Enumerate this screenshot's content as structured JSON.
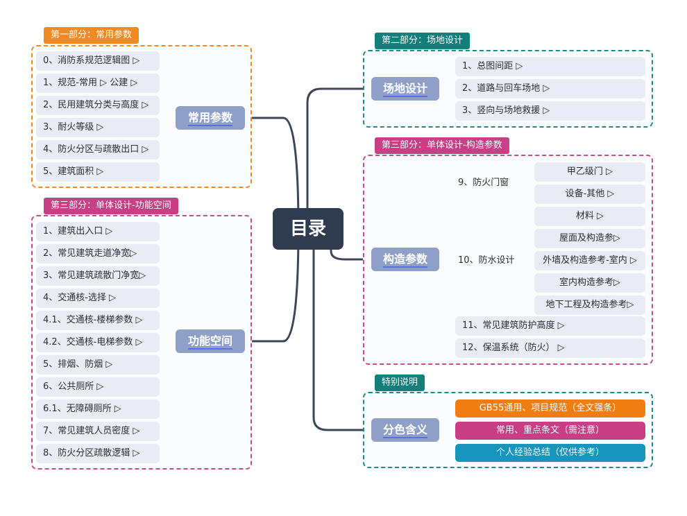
{
  "root": "目录",
  "part1": {
    "tag": "第一部分：常用参数",
    "hub": "常用参数",
    "items": [
      "0、消防系规范逻辑图 ▷",
      "1、规范-常用 ▷ 公建 ▷",
      "2、民用建筑分类与高度 ▷",
      "3、耐火等级 ▷",
      "4、防火分区与疏散出口 ▷",
      "5、建筑面积 ▷"
    ]
  },
  "part3a": {
    "tag": "第三部分：单体设计-功能空间",
    "hub": "功能空间",
    "items": [
      "1、建筑出入口 ▷",
      "2、常见建筑走道净宽▷",
      "3、常见建筑疏散门净宽▷",
      "4、交通核-选择 ▷",
      "4.1、交通核-楼梯参数 ▷",
      "4.2、交通核-电梯参数 ▷",
      "5、排烟、防烟 ▷",
      "6、公共厕所 ▷",
      "6.1、无障碍厕所 ▷",
      "7、常见建筑人员密度 ▷",
      "8、防火分区疏散逻辑 ▷"
    ]
  },
  "part2": {
    "tag": "第二部分：场地设计",
    "hub": "场地设计",
    "items": [
      "1、总图间距 ▷",
      "2、道路与回车场地 ▷",
      "3、竖向与场地救援 ▷"
    ]
  },
  "part3b": {
    "tag": "第三部分：单体设计-构造参数",
    "hub": "构造参数",
    "sub9": "9、防火门窗",
    "sub9_items": [
      "甲乙级门 ▷",
      "设备-其他 ▷"
    ],
    "sub10": "10、防水设计",
    "sub10_items": [
      "材料 ▷",
      "屋面及构造参▷",
      "外墙及构造参考-室内 ▷",
      "室内构造参考▷",
      "地下工程及构造参考▷"
    ],
    "item11": "11、常见建筑防护高度 ▷",
    "item12": "12、保温系统（防火） ▷"
  },
  "special": {
    "tag": "特别说明",
    "hub": "分色含义",
    "legend": [
      {
        "label": "GB55通用、项目规范（全文强条）",
        "color": "#f07d12"
      },
      {
        "label": "常用、重点条文（需注意）",
        "color": "#c93f86"
      },
      {
        "label": "个人经验总结（仅供参考）",
        "color": "#1795ba"
      }
    ]
  }
}
